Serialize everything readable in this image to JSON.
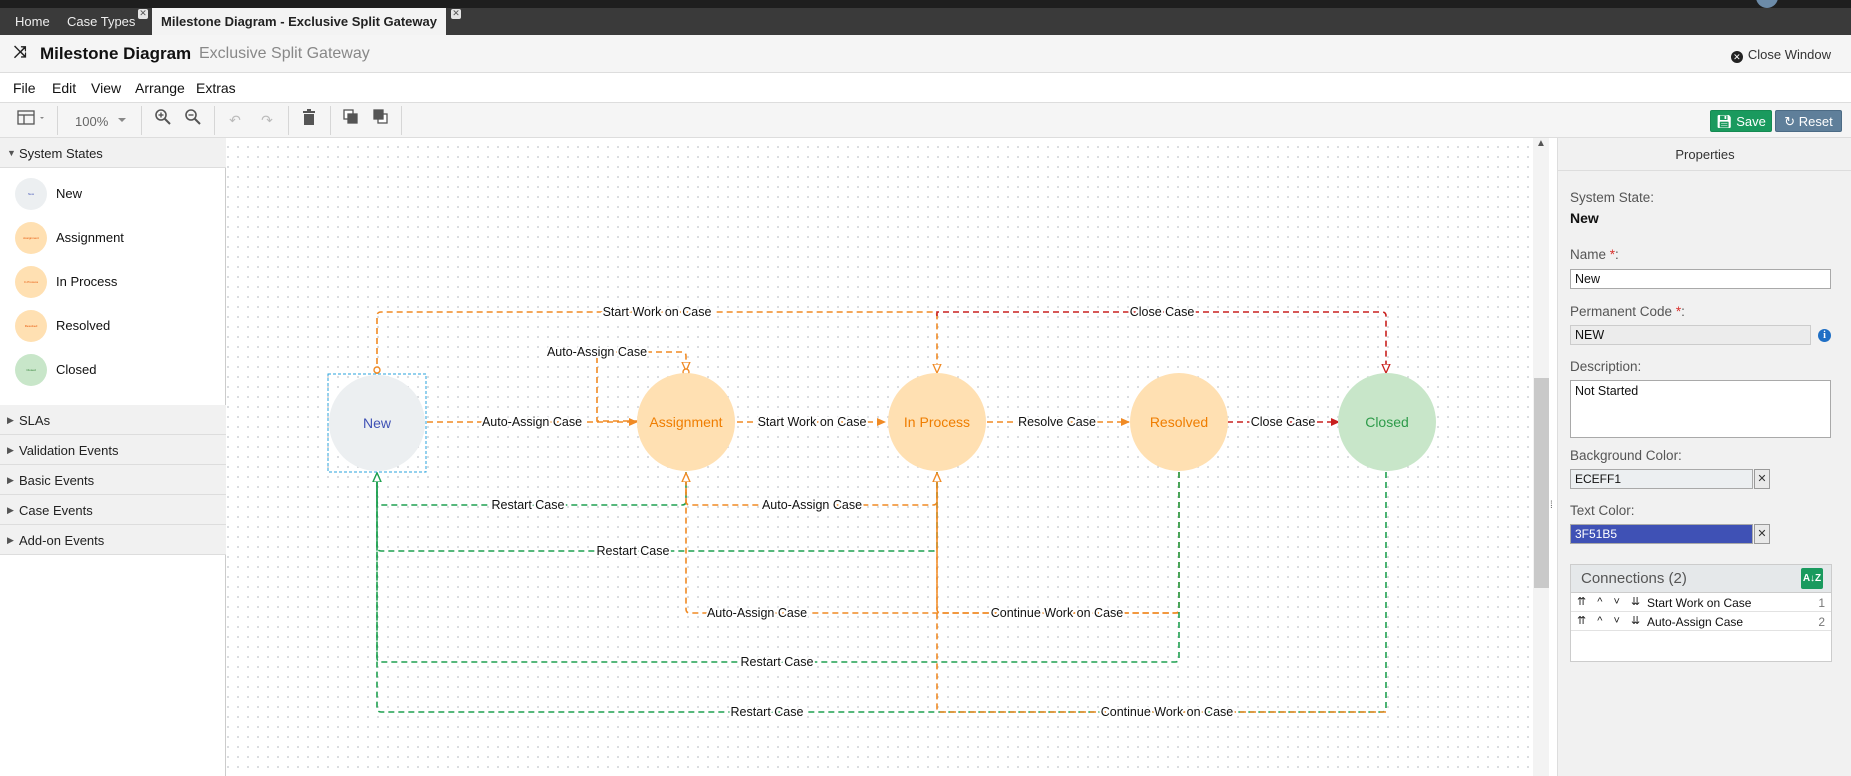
{
  "tabs": [
    {
      "label": "Home"
    },
    {
      "label": "Case Types"
    },
    {
      "label": "Milestone Diagram - Exclusive Split Gateway"
    }
  ],
  "title": {
    "main": "Milestone Diagram",
    "sub": "Exclusive Split Gateway",
    "close_window": "Close Window"
  },
  "menu": [
    "File",
    "Edit",
    "View",
    "Arrange",
    "Extras"
  ],
  "toolbar": {
    "zoom": "100%",
    "save": "Save",
    "reset": "Reset"
  },
  "sidebar": {
    "system_states_title": "System States",
    "states": [
      {
        "name": "New",
        "bg": "#ECEFF1",
        "fg": "#3F51B5"
      },
      {
        "name": "Assignment",
        "bg": "#FFE0B2",
        "fg": "#E65100"
      },
      {
        "name": "In Process",
        "bg": "#FFE0B2",
        "fg": "#E65100"
      },
      {
        "name": "Resolved",
        "bg": "#FFE0B2",
        "fg": "#E65100"
      },
      {
        "name": "Closed",
        "bg": "#C8E6C9",
        "fg": "#2E7D32"
      }
    ],
    "sections": [
      "SLAs",
      "Validation Events",
      "Basic Events",
      "Case Events",
      "Add-on Events"
    ]
  },
  "diagram": {
    "nodes": [
      {
        "label": "New",
        "bg": "#ECEFF1",
        "fg": "#3F51B5"
      },
      {
        "label": "Assignment",
        "bg": "#FFE0B2",
        "fg": "#EF7D00"
      },
      {
        "label": "In Process",
        "bg": "#FFE0B2",
        "fg": "#EF7D00"
      },
      {
        "label": "Resolved",
        "bg": "#FFE0B2",
        "fg": "#EF7D00"
      },
      {
        "label": "Closed",
        "bg": "#C8E6C9",
        "fg": "#2E9B4A"
      }
    ],
    "edge_labels": {
      "start_work_top": "Start Work on Case",
      "close_top": "Close Case",
      "auto_assign_loop": "Auto-Assign Case",
      "new_to_assignment": "Auto-Assign Case",
      "assignment_to_inprocess": "Start Work on Case",
      "inprocess_to_resolved": "Resolve Case",
      "resolved_to_closed": "Close Case",
      "restart_1": "Restart Case",
      "auto_assign_back": "Auto-Assign Case",
      "restart_2": "Restart Case",
      "auto_assign_low": "Auto-Assign Case",
      "continue_work_1": "Continue Work on Case",
      "restart_3": "Restart Case",
      "restart_4": "Restart Case",
      "continue_work_2": "Continue Work on Case"
    },
    "colors": {
      "orange": "#F08A24",
      "red": "#C8201E",
      "green": "#1FA050"
    }
  },
  "properties": {
    "header": "Properties",
    "system_state_label": "System State:",
    "system_state_value": "New",
    "name_label": "Name",
    "name_value": "New",
    "code_label": "Permanent Code",
    "code_value": "NEW",
    "description_label": "Description:",
    "description_value": "Not Started",
    "bg_color_label": "Background Color:",
    "bg_color_value": "ECEFF1",
    "text_color_label": "Text Color:",
    "text_color_value": "3F51B5",
    "connections_title": "Connections (2)",
    "connections": [
      {
        "name": "Start Work on Case",
        "index": "1"
      },
      {
        "name": "Auto-Assign Case",
        "index": "2"
      }
    ]
  }
}
